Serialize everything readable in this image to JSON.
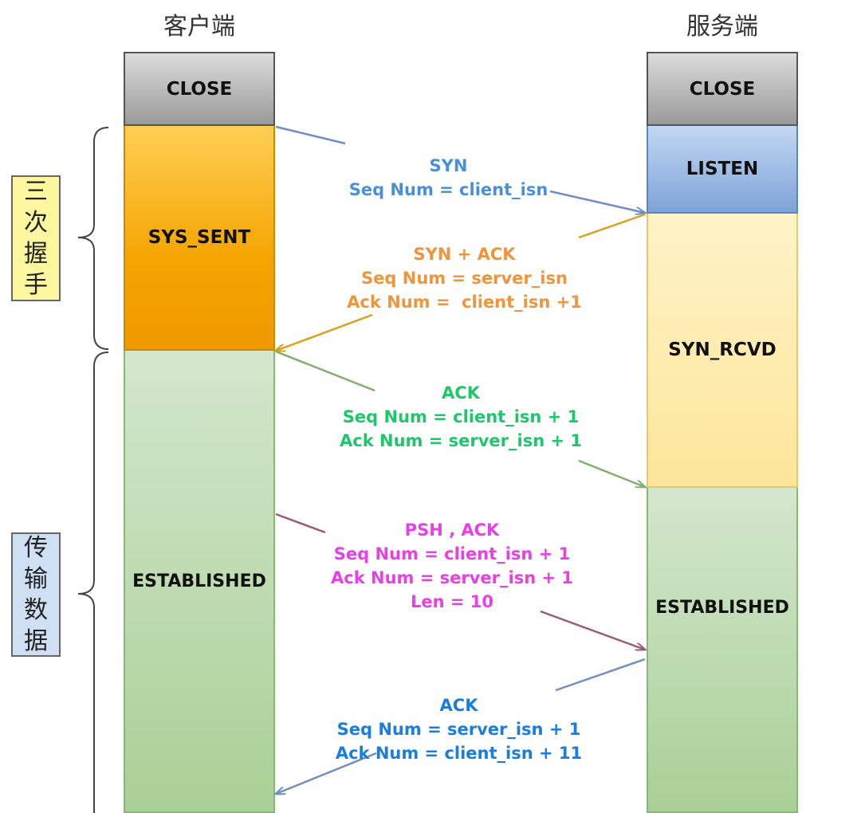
{
  "columns": {
    "client": "客户端",
    "server": "服务端"
  },
  "client_states": {
    "close": "CLOSE",
    "sys_sent": "SYS_SENT",
    "established": "ESTABLISHED"
  },
  "server_states": {
    "close": "CLOSE",
    "listen": "LISTEN",
    "syn_rcvd": "SYN_RCVD",
    "established": "ESTABLISHED"
  },
  "phases": {
    "handshake": [
      "三",
      "次",
      "握",
      "手"
    ],
    "transfer": [
      "传",
      "输",
      "数",
      "据"
    ]
  },
  "messages": {
    "syn": {
      "lines": [
        "SYN",
        "Seq Num = client_isn"
      ],
      "color": "#4a90d9"
    },
    "syn_ack": {
      "lines": [
        "SYN + ACK",
        "Seq Num = server_isn",
        "Ack Num =  client_isn +1"
      ],
      "color": "#f0953c"
    },
    "ack": {
      "lines": [
        "ACK",
        "Seq Num = client_isn + 1",
        "Ack Num = server_isn + 1"
      ],
      "color": "#1ec86a"
    },
    "psh_ack": {
      "lines": [
        "PSH , ACK",
        "Seq Num = client_isn + 1",
        "Ack Num = server_isn + 1",
        "Len = 10"
      ],
      "color": "#e83fe6"
    },
    "ack2": {
      "lines": [
        "ACK",
        "Seq Num = server_isn + 1",
        "Ack Num = client_isn + 11"
      ],
      "color": "#1a7de0"
    }
  },
  "colors": {
    "handshake_label_bg": "#fdf7a0",
    "transfer_label_bg": "#cfe0f5",
    "arrow_syn": "#6d8fc4",
    "arrow_syn_ack": "#d9a21b",
    "arrow_ack": "#7fb06a",
    "arrow_psh": "#9a5a7a",
    "arrow_ack2": "#6d8fc4"
  }
}
